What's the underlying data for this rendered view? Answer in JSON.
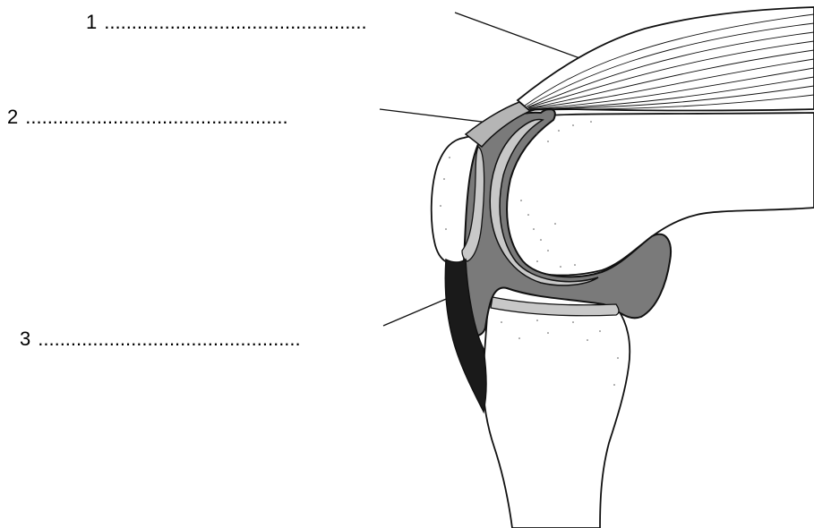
{
  "labels": [
    {
      "number": "1",
      "blank": "................................................"
    },
    {
      "number": "2",
      "blank": "................................................"
    },
    {
      "number": "3",
      "blank": "................................................"
    }
  ],
  "colors": {
    "stroke": "#111111",
    "light_grey": "#c8c8c8",
    "mid_grey": "#9a9a9a",
    "dark_grey": "#7a7a7a",
    "ligament": "#1a1a1a",
    "bone": "#ffffff"
  }
}
